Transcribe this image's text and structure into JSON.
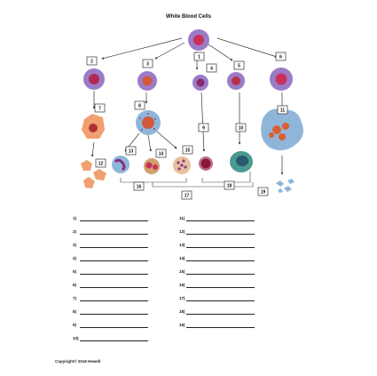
{
  "title": "White Blood Cells",
  "box_numbers": [
    "2",
    "3",
    "1",
    "4",
    "5",
    "6",
    "7",
    "8",
    "9",
    "10",
    "11",
    "12",
    "13",
    "14",
    "15",
    "16",
    "17",
    "18",
    "19"
  ],
  "answers": {
    "left": [
      "1)",
      "2)",
      "3)",
      "4)",
      "5)",
      "6)",
      "7)",
      "8)",
      "9)",
      "10)"
    ],
    "right": [
      "11)",
      "12)",
      "13)",
      "14)",
      "15)",
      "16)",
      "17)",
      "18)",
      "19)"
    ]
  },
  "copyright": "Copyright© 2016 Hewell",
  "colors": {
    "cell_purple": "#9b7cc8",
    "nucleus_red": "#c8325a",
    "erythro_orange": "#f0a070",
    "blue_cell": "#8fb6d9",
    "teal_cell": "#4a9a90"
  }
}
